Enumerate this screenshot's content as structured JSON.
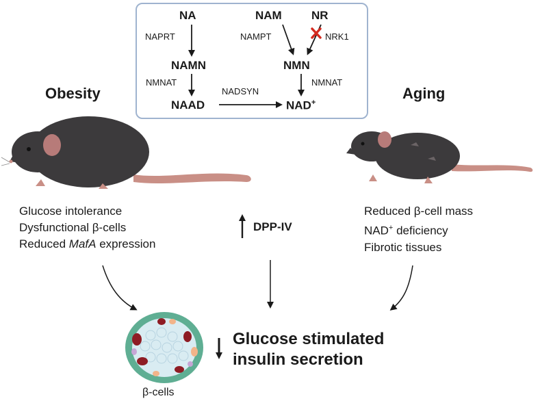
{
  "pathway": {
    "na": "NA",
    "nam": "NAM",
    "nr": "NR",
    "naprt": "NAPRT",
    "nampt": "NAMPT",
    "nrk1": "NRK1",
    "namn": "NAMN",
    "nmn": "NMN",
    "nmnat_left": "NMNAT",
    "nmnat_right": "NMNAT",
    "naad": "NAAD",
    "nadsyn": "NADSYN",
    "nad_base": "NAD",
    "nad_sup": "+"
  },
  "obesity": {
    "title": "Obesity",
    "line1": "Glucose intolerance",
    "line2": "Dysfunctional β-cells",
    "line3_pre": "Reduced ",
    "line3_gene": "MafA",
    "line3_post": " expression"
  },
  "aging": {
    "title": "Aging",
    "line1": "Reduced β-cell mass",
    "line2_pre": "NAD",
    "line2_sup": "+",
    "line2_post": " deficiency",
    "line3": "Fibrotic tissues"
  },
  "middle": {
    "dppiv": "DPP-IV"
  },
  "outcome": {
    "line1": "Glucose stimulated",
    "line2": "insulin secretion",
    "islet_label": "β-cells"
  },
  "colors": {
    "box_border": "#9fb3cf",
    "mouse_body": "#3c3a3c",
    "mouse_tail": "#c98f86",
    "inhibit_x": "#d42a1f",
    "islet_bg": "#d9ecf2",
    "islet_rim": "#5fae93",
    "islet_red": "#8e1c24",
    "islet_orange": "#f2b48a"
  }
}
